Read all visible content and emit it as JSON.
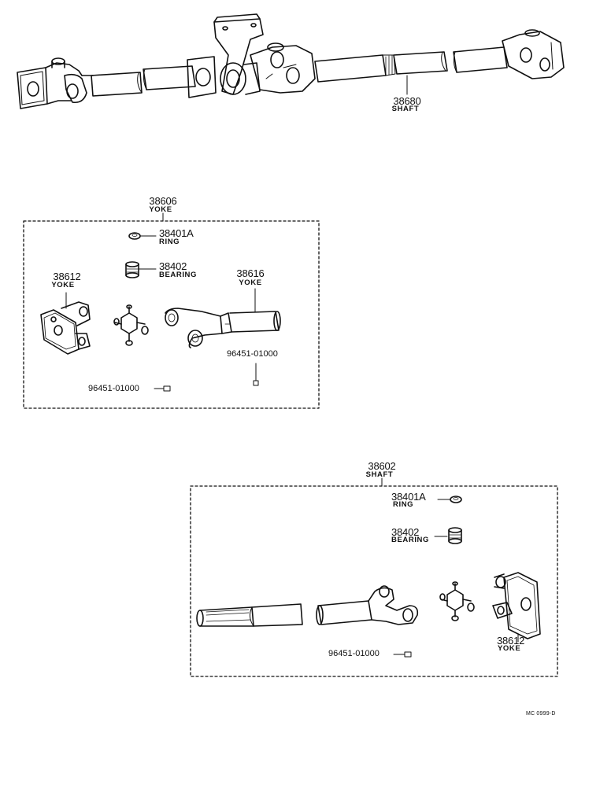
{
  "top": {
    "shaft_number": "38680",
    "shaft_name": "SHAFT"
  },
  "group_yoke": {
    "number": "38606",
    "name": "YOKE",
    "ring_number": "38401A",
    "ring_name": "RING",
    "bearing_number": "38402",
    "bearing_name": "BEARING",
    "yoke_left_number": "38612",
    "yoke_left_name": "YOKE",
    "yoke_right_number": "38616",
    "yoke_right_name": "YOKE",
    "fitting_right": "96451-01000",
    "fitting_bottom": "96451-01000"
  },
  "group_shaft": {
    "number": "38602",
    "name": "SHAFT",
    "ring_number": "38401A",
    "ring_name": "RING",
    "bearing_number": "38402",
    "bearing_name": "BEARING",
    "yoke_number": "38612",
    "yoke_name": "YOKE",
    "fitting": "96451-01000"
  },
  "code": "MC 0999-D"
}
